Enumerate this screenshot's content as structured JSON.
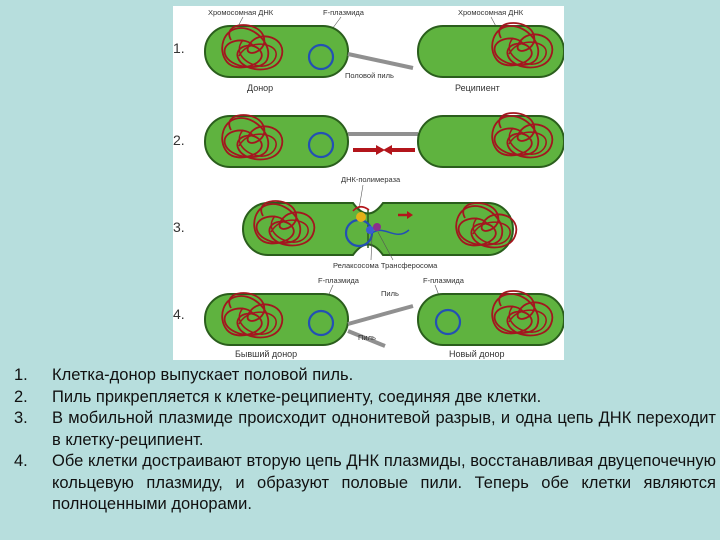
{
  "diagram": {
    "step_numbers": [
      "1.",
      "2.",
      "3.",
      "4."
    ],
    "labels": {
      "chromosomal_dna_left": "Хромосомная ДНК",
      "f_plasmid_top": "F-плазмида",
      "chromosomal_dna_right": "Хромосомная ДНК",
      "donor": "Донор",
      "sex_pilus": "Половой пиль",
      "recipient": "Реципиент",
      "dna_polymerase": "ДНК-полимераза",
      "relaxosome_transferosome": "Релаксосома Трансферосома",
      "f_plasmid_left": "F-плазмида",
      "f_plasmid_right": "F-плазмида",
      "pilus_upper": "Пиль",
      "pilus_lower": "Пиль",
      "former_donor": "Бывший донор",
      "new_donor": "Новый донор"
    },
    "colors": {
      "cell_fill": "#5fb33f",
      "cell_stroke": "#2a5e1c",
      "chromosome": "#a3161e",
      "plasmid": "#2350b4",
      "pilus": "#909090",
      "arrow": "#b3151b"
    }
  },
  "steps": [
    {
      "num": "1.",
      "text": "Клетка-донор выпускает половой пиль."
    },
    {
      "num": "2.",
      "text": "Пиль прикрепляется к клетке-реципиенту, соединяя две клетки."
    },
    {
      "num": "3.",
      "text": "В мобильной плазмиде происходит однонитевой разрыв, и одна цепь ДНК переходит в клетку-реципиент."
    },
    {
      "num": "4.",
      "text": "Обе клетки достраивают вторую цепь ДНК плазмиды, восстанавливая двуцепочечную кольцевую плазмиду, и образуют половые пили. Теперь обе клетки являются полноценными донорами."
    }
  ]
}
